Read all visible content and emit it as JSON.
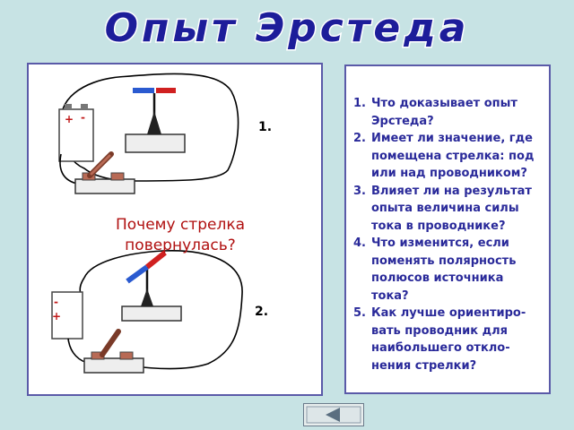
{
  "title": "Опыт Эрстеда",
  "diagram_labels": [
    "1.",
    "2."
  ],
  "question": "Почему стрелка повернулась?",
  "battery_1": {
    "left_pole": "+",
    "right_pole": "-"
  },
  "battery_2": {
    "top_pole": "-",
    "bottom_pole": "+"
  },
  "questions": [
    {
      "num": "1.",
      "text": "Что доказывает опыт\nЭрстеда?"
    },
    {
      "num": "2.",
      "text": " Имеет ли значение, где\nпомещена  стрелка: под\nили над проводником?"
    },
    {
      "num": "3.",
      "text": "Влияет ли на результат\nопыта величина силы\nтока в проводнике?"
    },
    {
      "num": "4.",
      "text": "Что изменится, если\n поменять полярность\n полюсов источника\n тока?"
    },
    {
      "num": "5.",
      "text": "Как лучше ориентиро-\nвать проводник для\nнаибольшего откло-\nнения стрелки?"
    }
  ],
  "colors": {
    "title_fill": "#1d1d9a",
    "panel_border": "#5a5aa8",
    "background": "#c7e3e4",
    "question_text": "#b01010",
    "list_text": "#2a2a9a"
  },
  "icons": {
    "nav": "back-triangle-icon"
  }
}
